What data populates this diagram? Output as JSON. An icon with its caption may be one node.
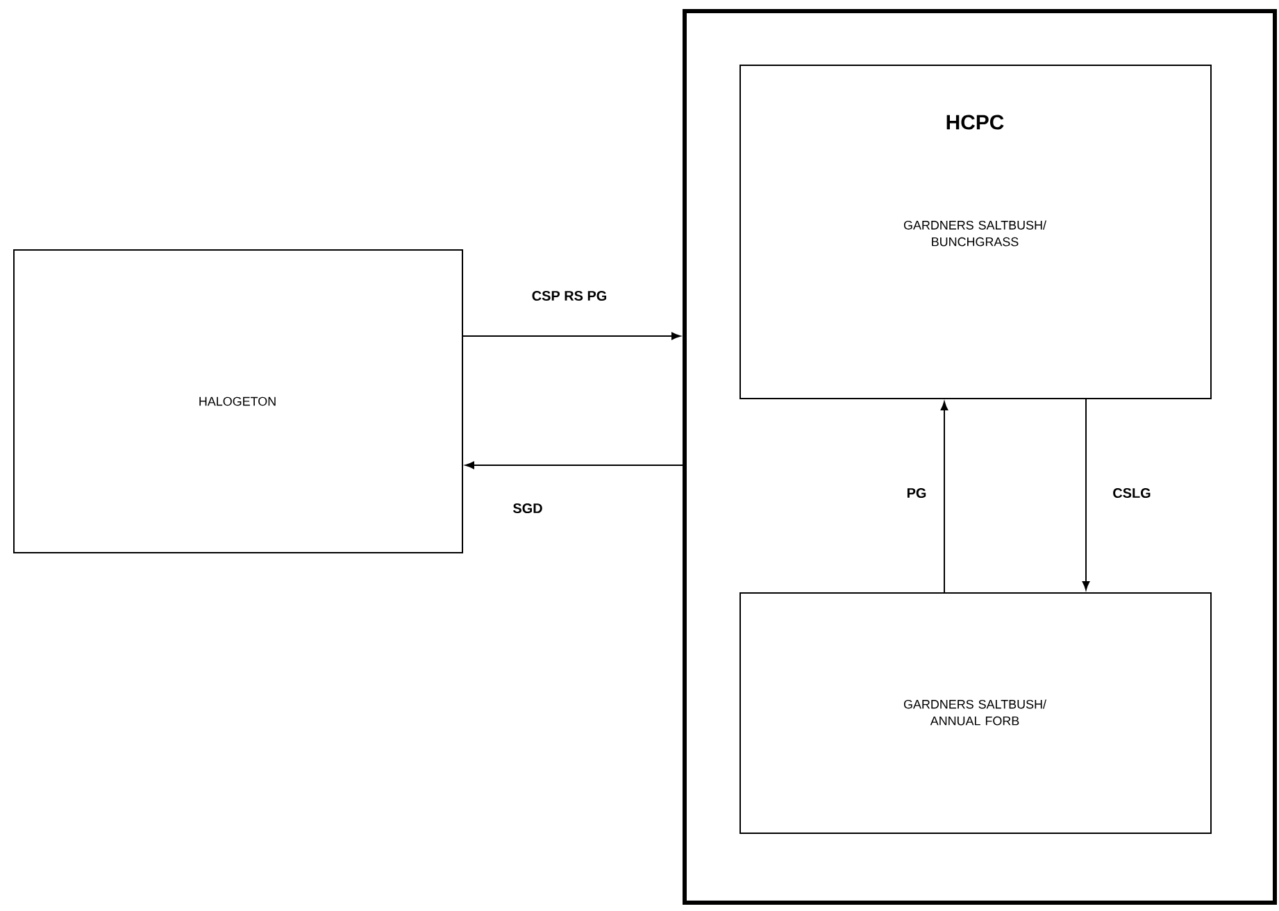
{
  "diagram": {
    "nodes": [
      {
        "text": [
          "HALOGETON"
        ]
      },
      {
        "text": [],
        "shape": "box"
      },
      {
        "text": [
          "HCPC",
          "GARDNERS SALTBUSH/ BUNCHGRASS"
        ],
        "in": 1
      },
      {
        "text": [
          "GARDNERS SALTBUSH/ ANNUAL FORB"
        ],
        "in": 1
      }
    ],
    "edges": [
      {
        "from": 0,
        "to": 1,
        "arrow": "to",
        "label": "CSP RS PG"
      },
      {
        "from": 1,
        "to": 0,
        "arrow": "to",
        "label": "SGD"
      },
      {
        "from": 3,
        "to": 2,
        "arrow": "to",
        "label": "PG"
      },
      {
        "from": 2,
        "to": 3,
        "arrow": "to",
        "label": "CSLG"
      }
    ]
  }
}
